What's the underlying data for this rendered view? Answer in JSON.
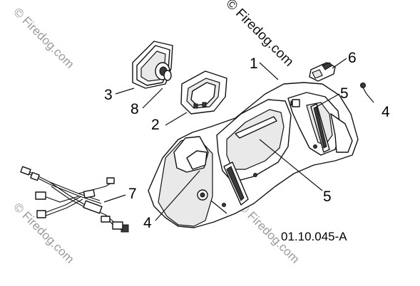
{
  "watermark": {
    "text": "© Firedog.com"
  },
  "diagram": {
    "reference_code": "01.10.045-A",
    "callouts": {
      "c1": "1",
      "c2": "2",
      "c3": "3",
      "c4_right": "4",
      "c4_left": "4",
      "c5_top": "5",
      "c5_bottom": "5",
      "c6": "6",
      "c7": "7",
      "c8": "8"
    }
  }
}
